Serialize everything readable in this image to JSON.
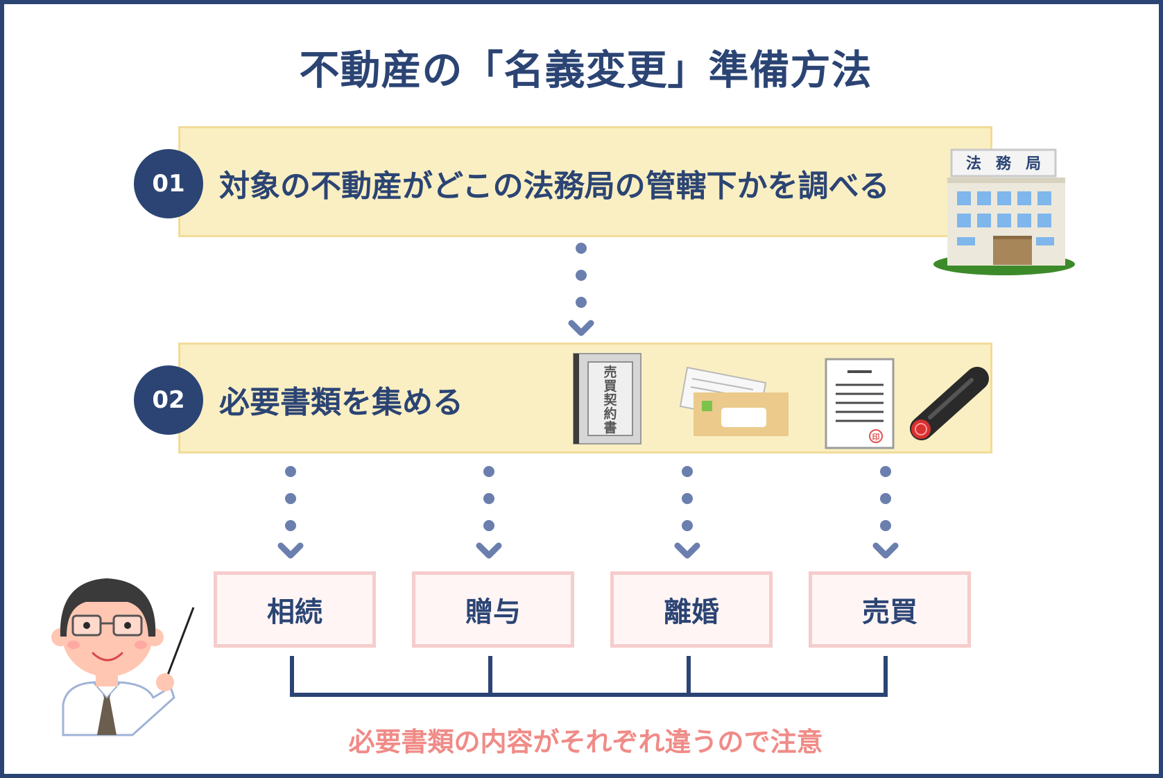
{
  "title": "不動産の「名義変更」準備方法",
  "steps": [
    {
      "number": "01",
      "text": "対象の不動産がどこの法務局の管轄下かを調べる"
    },
    {
      "number": "02",
      "text": "必要書類を集める"
    }
  ],
  "building_sign": [
    "法",
    "務",
    "局"
  ],
  "contract_label": [
    "売",
    "買",
    "契",
    "約",
    "書"
  ],
  "seal_mark": "印",
  "cases": [
    "相続",
    "贈与",
    "離婚",
    "売買"
  ],
  "note": "必要書類の内容がそれぞれ違うので注意",
  "colors": {
    "navy": "#2b4474",
    "step_fill": "#faefc2",
    "step_border": "#f1dc98",
    "dot": "#6a7fae",
    "case_border": "#f6cccc",
    "note": "#f08b87"
  }
}
